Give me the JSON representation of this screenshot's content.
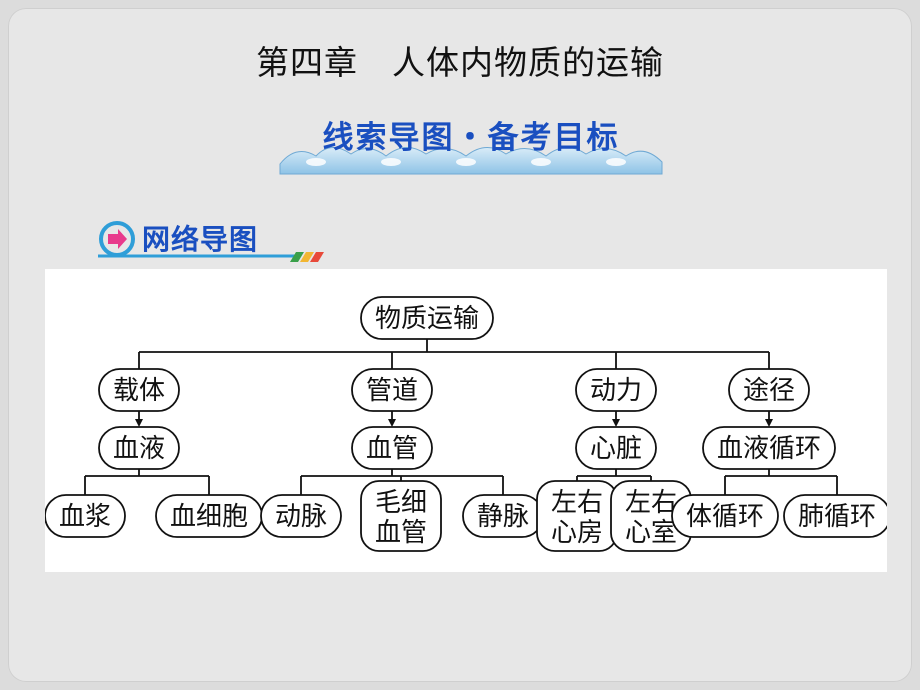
{
  "chapter_title": "第四章　人体内物质的运输",
  "banner_title": "线索导图・备考目标",
  "section_label": "网络导图",
  "diagram": {
    "root": "物质运输",
    "branches": [
      {
        "label": "载体",
        "sub": "血液",
        "leaves": [
          [
            "血浆"
          ],
          [
            "血细胞"
          ]
        ]
      },
      {
        "label": "管道",
        "sub": "血管",
        "leaves": [
          [
            "动脉"
          ],
          [
            "毛细",
            "血管"
          ],
          [
            "静脉"
          ]
        ]
      },
      {
        "label": "动力",
        "sub": "心脏",
        "leaves": [
          [
            "左右",
            "心房"
          ],
          [
            "左右",
            "心室"
          ]
        ]
      },
      {
        "label": "途径",
        "sub": "血液循环",
        "leaves": [
          [
            "体循环"
          ],
          [
            "肺循环"
          ]
        ]
      }
    ]
  },
  "colors": {
    "title_blue": "#1a4fc0",
    "icon_pink": "#e83a8c",
    "icon_ring": "#2f9ed8"
  }
}
